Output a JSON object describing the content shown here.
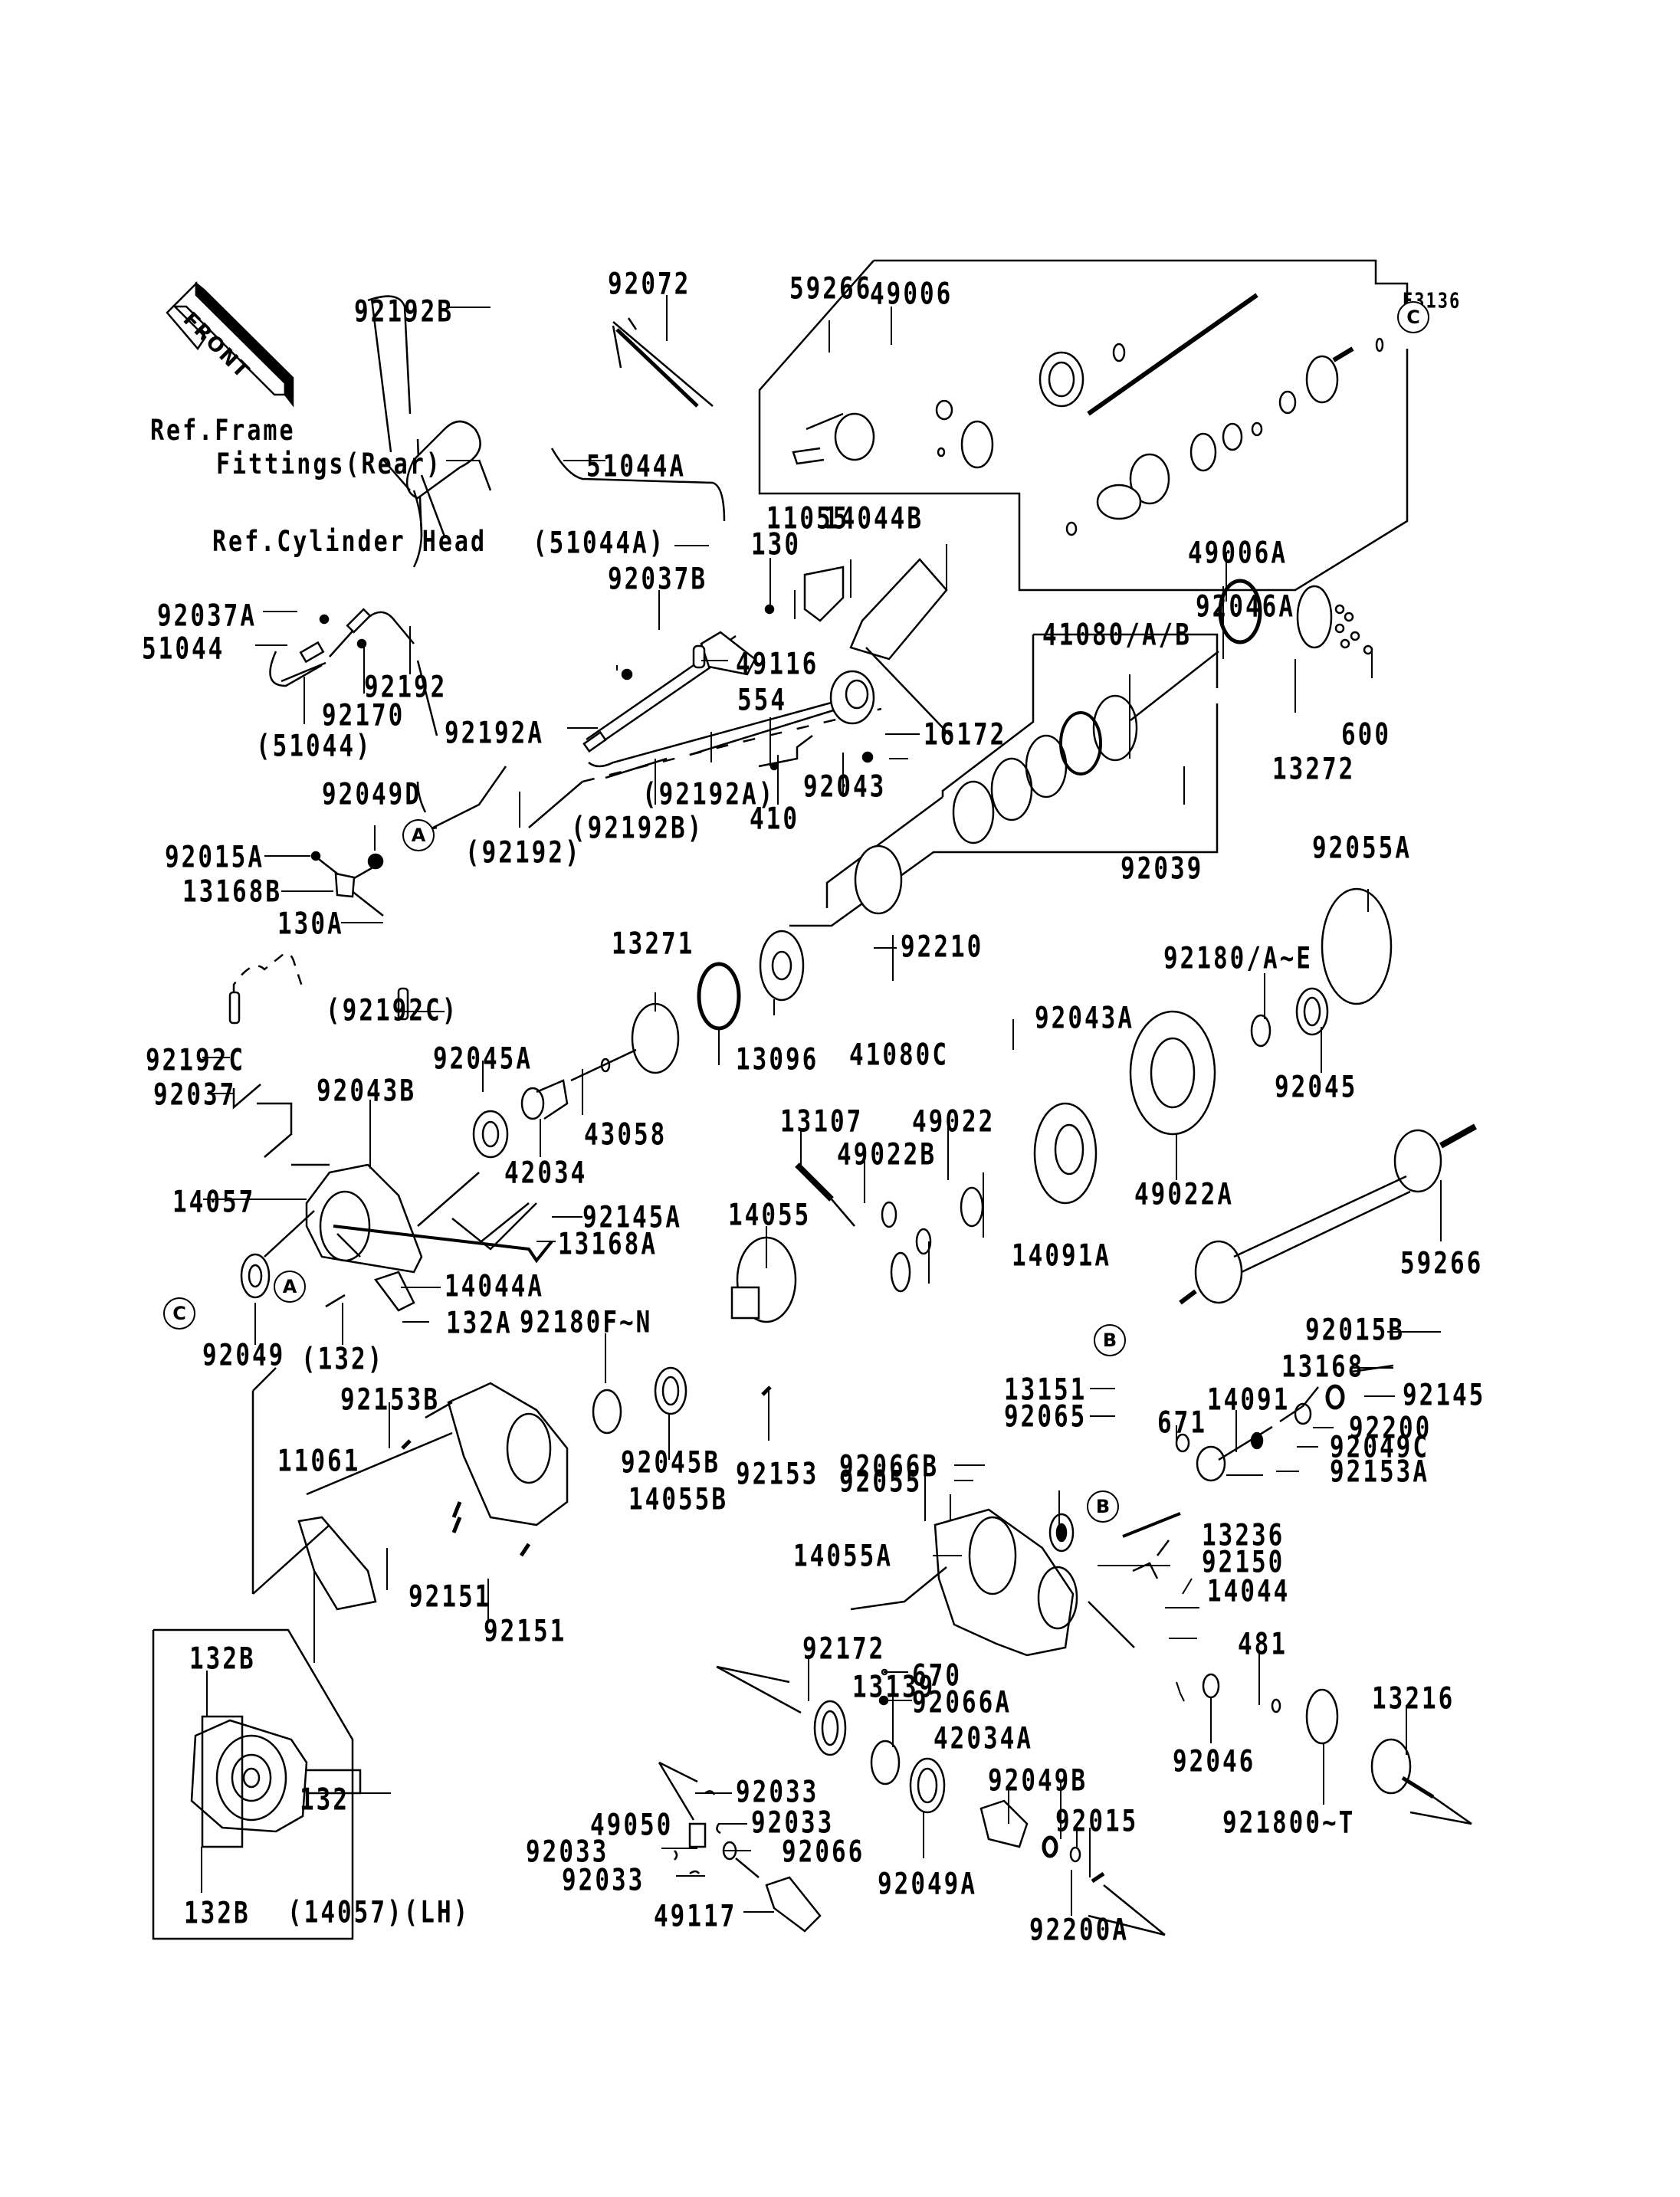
{
  "diagram": {
    "code": "E3136",
    "direction_label": "FRONT",
    "references": {
      "frame": "Ref.Frame",
      "frame_sub": "Fittings(Rear)",
      "cylinder_head": "Ref.Cylinder Head"
    },
    "connectors": [
      "A",
      "B",
      "C"
    ],
    "inset": {
      "caption": "(14057)(LH)"
    },
    "parts": [
      "92192B",
      "92072",
      "59266",
      "49006",
      "51044A",
      "(51044A)",
      "11055",
      "14044B",
      "130",
      "92037B",
      "49116",
      "49006A",
      "92037A",
      "51044",
      "92170",
      "92192",
      "(51044)",
      "92192A",
      "554",
      "16172",
      "92043",
      "410",
      "(92192A)",
      "(92192B)",
      "(92192)",
      "41080/A/B",
      "92046A",
      "13272",
      "600",
      "92039",
      "92049D",
      "92015A",
      "13168B",
      "130A",
      "92210",
      "13271",
      "13096",
      "41080C",
      "92055A",
      "92180/A~E",
      "(92192C)",
      "92192C",
      "92045A",
      "92037",
      "92043B",
      "42034",
      "43058",
      "92043A",
      "92045",
      "13107",
      "49022",
      "49022B",
      "49022A",
      "14057",
      "92145A",
      "13168A",
      "14055",
      "14091A",
      "59266",
      "14044A",
      "132A",
      "92049",
      "(132)",
      "92180F~N",
      "92015B",
      "13168",
      "92145",
      "92153B",
      "92045B",
      "92153",
      "13151",
      "92065",
      "14091",
      "92200",
      "671",
      "92049C",
      "92066B",
      "92055",
      "92153A",
      "11061",
      "14055B",
      "14055A",
      "13236",
      "92150",
      "14044",
      "92151",
      "92151",
      "92172",
      "670",
      "481",
      "13139",
      "92066A",
      "42034A",
      "132B",
      "132",
      "132B",
      "92046",
      "13216",
      "92033",
      "92049B",
      "49050",
      "92033",
      "92015",
      "92033",
      "92033",
      "92066",
      "921800~T",
      "49117",
      "92049A",
      "92200A"
    ]
  }
}
